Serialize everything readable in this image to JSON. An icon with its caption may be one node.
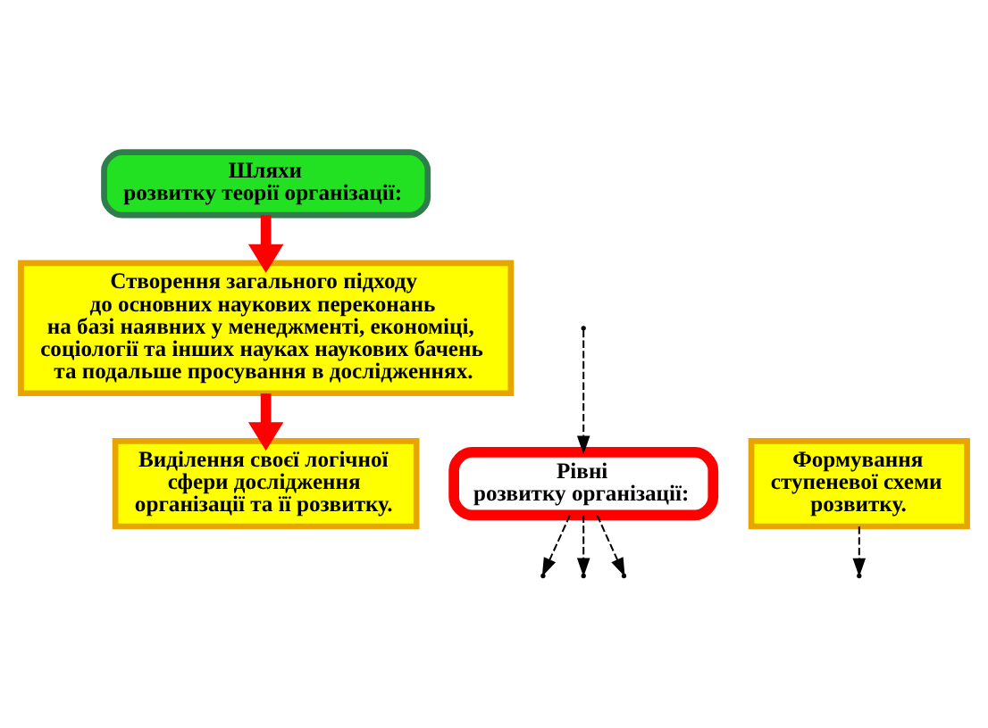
{
  "diagram": {
    "nodes": [
      {
        "text": [
          "Шляхи розвитку теорії організації:"
        ]
      },
      {
        "text": [
          "Створення загального підходу до основних наукових переконань на базі наявних у менеджменті, економіці, соціології та інших науках наукових бачень та подальше просування в дослідженнях."
        ]
      },
      {
        "text": [
          "Виділення своєї логічної сфери дослідження організації та її розвитку."
        ]
      },
      {
        "text": [
          "Рівні розвитку організації:"
        ]
      },
      {
        "text": [
          "Формування ступеневої схеми розвитку."
        ]
      }
    ],
    "edges": [
      {
        "from": 0,
        "to": 1,
        "arrow": "to",
        "style": "thick",
        "color": "#ff0000"
      },
      {
        "from": 1,
        "to": 2,
        "arrow": "to",
        "style": "thick",
        "color": "#ff0000"
      },
      {
        "from": null,
        "to": 3,
        "arrow": "to",
        "style": "dashed"
      },
      {
        "from": 3,
        "to": null,
        "arrow": "to",
        "style": "dashed"
      },
      {
        "from": 3,
        "to": null,
        "arrow": "to",
        "style": "dashed"
      },
      {
        "from": 3,
        "to": null,
        "arrow": "to",
        "style": "dashed"
      },
      {
        "from": 4,
        "to": null,
        "arrow": "to",
        "style": "dashed"
      }
    ]
  }
}
